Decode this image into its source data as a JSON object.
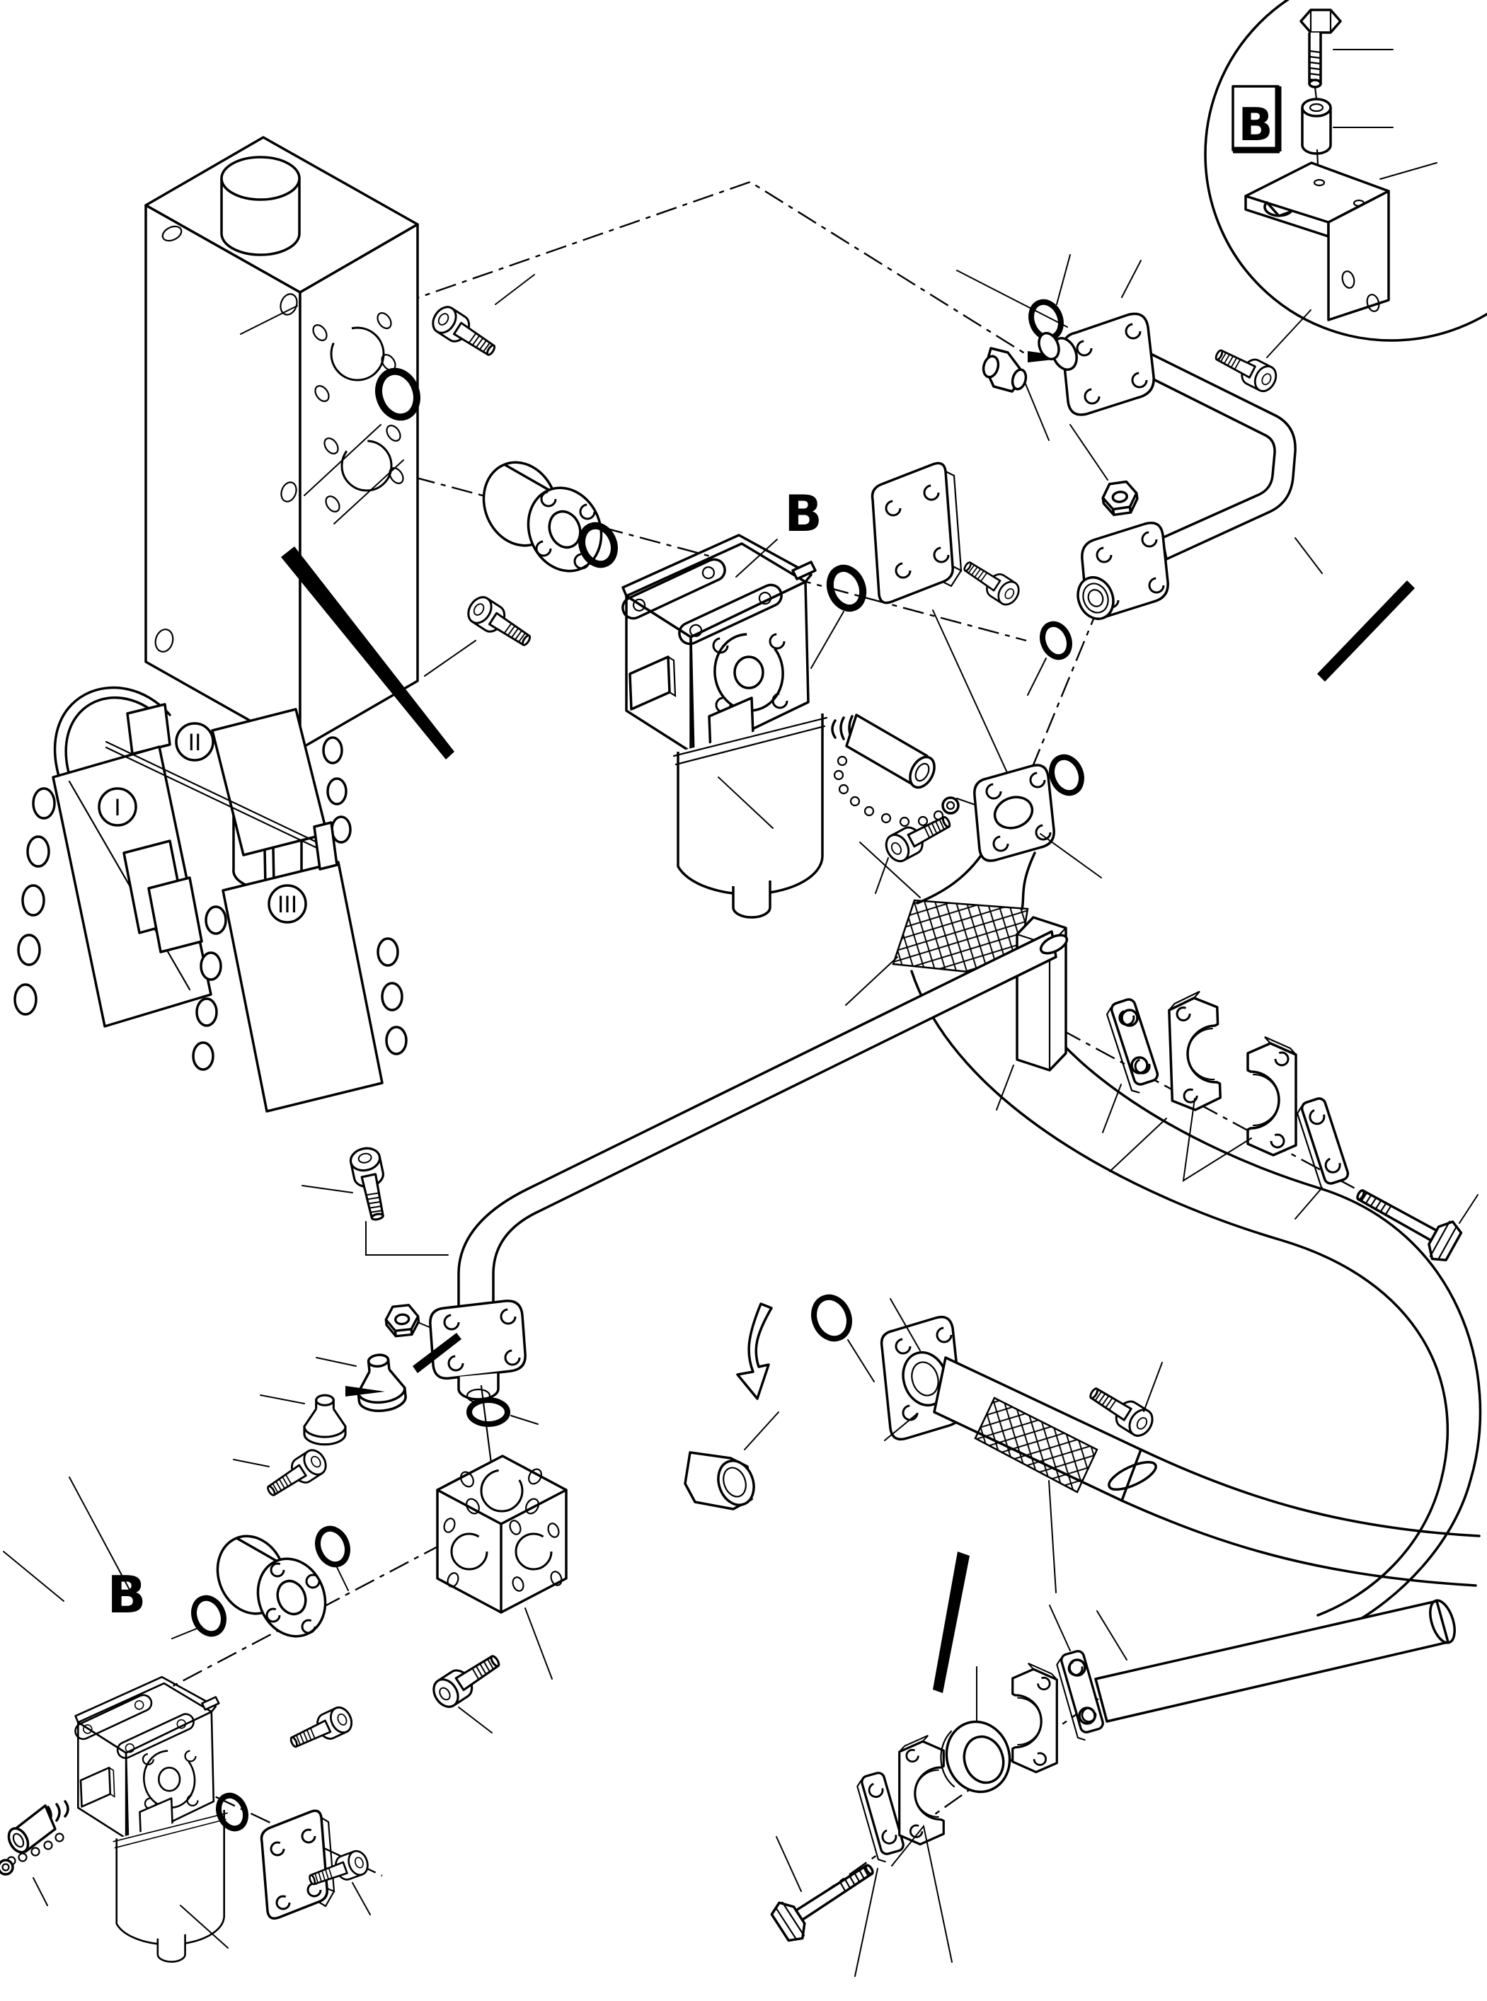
{
  "diagram": {
    "type": "exploded-parts-diagram",
    "subject": "hydraulic-piping-return-filter-and-clamps",
    "background_color": "#ffffff",
    "line_color": "#000000"
  },
  "labels": {
    "detail_view_marker": "B",
    "upper_filter_marker": "B",
    "lower_filter_marker": "B",
    "valve_group_i": "I",
    "valve_group_ii": "II",
    "valve_group_iii": "III"
  },
  "components": [
    "hydraulic-tank-block",
    "control-valve-overview",
    "detail-view-circle-b",
    "hex-bolt",
    "spacer-bushing",
    "mounting-bracket",
    "return-filter-upper",
    "return-filter-lower",
    "filter-head",
    "filter-bowl",
    "flange-adapter",
    "cover-plate",
    "socket-head-bolt",
    "o-ring",
    "drain-fitting-with-chain-cap",
    "u-pipe-upper",
    "u-pipe-lower",
    "weld-nut",
    "cone-plug",
    "funnel-plug",
    "hydraulic-hose-upper",
    "hydraulic-hose-lower",
    "braided-section",
    "manifold-cube-block",
    "port-cap-fitting",
    "clamp-spacer-bar",
    "clamp-plate",
    "clamp-half",
    "rubber-grommet",
    "long-hex-bolt",
    "pipe-stub",
    "direction-arrow",
    "pointer-wedge",
    "centerline"
  ]
}
